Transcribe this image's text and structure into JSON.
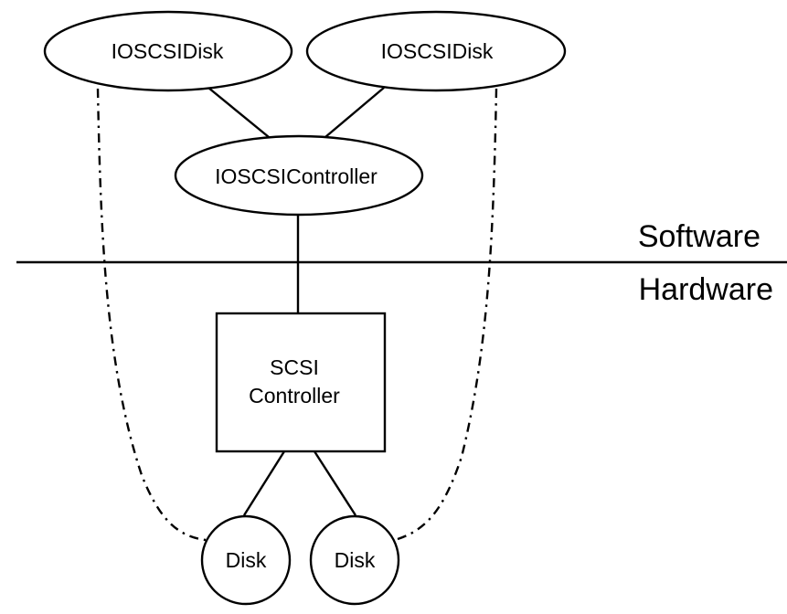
{
  "diagram": {
    "nodes": {
      "disk_driver_left": {
        "label": "IOSCSIDisk",
        "shape": "ellipse"
      },
      "disk_driver_right": {
        "label": "IOSCSIDisk",
        "shape": "ellipse"
      },
      "controller_driver": {
        "label": "IOSCSIController",
        "shape": "ellipse"
      },
      "scsi_controller": {
        "label_line1": "SCSI",
        "label_line2": "Controller",
        "shape": "rectangle"
      },
      "disk_left": {
        "label": "Disk",
        "shape": "circle"
      },
      "disk_right": {
        "label": "Disk",
        "shape": "circle"
      }
    },
    "layers": {
      "upper": "Software",
      "lower": "Hardware"
    },
    "edges": [
      {
        "from": "disk_driver_left",
        "to": "controller_driver",
        "style": "solid"
      },
      {
        "from": "disk_driver_right",
        "to": "controller_driver",
        "style": "solid"
      },
      {
        "from": "controller_driver",
        "to": "scsi_controller",
        "style": "solid"
      },
      {
        "from": "scsi_controller",
        "to": "disk_left",
        "style": "solid"
      },
      {
        "from": "scsi_controller",
        "to": "disk_right",
        "style": "solid"
      },
      {
        "from": "disk_driver_left",
        "to": "disk_left",
        "style": "dash-dot"
      },
      {
        "from": "disk_driver_right",
        "to": "disk_right",
        "style": "dash-dot"
      }
    ],
    "colors": {
      "stroke": "#000000",
      "background": "#ffffff"
    }
  }
}
